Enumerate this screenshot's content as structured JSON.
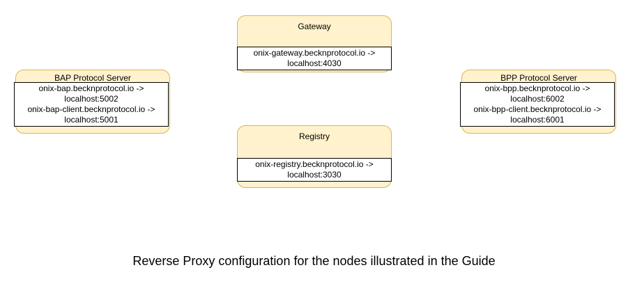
{
  "diagram": {
    "background_color": "#ffffff",
    "node_fill_color": "#fff2cc",
    "node_border_color": "#d6b656",
    "table_border_color": "#000000",
    "caption": "Reverse Proxy configuration for the nodes illustrated in the Guide",
    "nodes": [
      {
        "id": "gateway",
        "title": "Gateway",
        "rows": [
          "onix-gateway.becknprotocol.io ->",
          "localhost:4030"
        ]
      },
      {
        "id": "registry",
        "title": "Registry",
        "rows": [
          "onix-registry.becknprotocol.io ->",
          "localhost:3030"
        ]
      },
      {
        "id": "bap",
        "title": "BAP Protocol Server",
        "rows": [
          "onix-bap.becknprotocol.io ->",
          "localhost:5002",
          "onix-bap-client.becknprotocol.io ->",
          "localhost:5001"
        ]
      },
      {
        "id": "bpp",
        "title": "BPP Protocol Server",
        "rows": [
          "onix-bpp.becknprotocol.io ->",
          "localhost:6002",
          "onix-bpp-client.becknprotocol.io ->",
          "localhost:6001"
        ]
      }
    ]
  }
}
